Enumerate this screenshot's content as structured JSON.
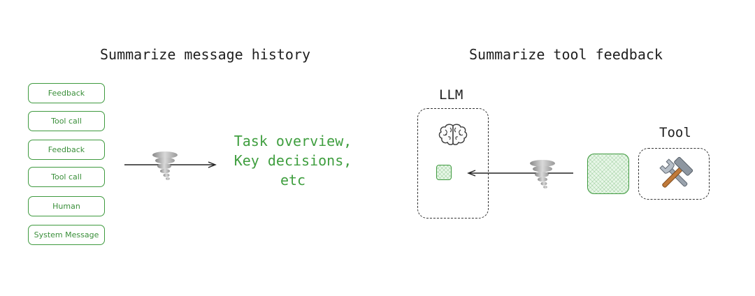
{
  "left_panel": {
    "title": "Summarize message history",
    "messages": [
      "Feedback",
      "Tool call",
      "Feedback",
      "Tool call",
      "Human",
      "System Message"
    ],
    "result_lines": [
      "Task overview,",
      "Key decisions,",
      "etc"
    ]
  },
  "right_panel": {
    "title": "Summarize tool feedback",
    "llm_label": "LLM",
    "tool_label": "Tool"
  },
  "icons": {
    "summarize": "tornado-icon",
    "llm": "brain-icon",
    "tool": "hammer-wrench-icon"
  },
  "colors": {
    "accent_green": "#3f9e3f",
    "hatch_fill": "#e9f7e9",
    "text": "#1f1f1f"
  }
}
